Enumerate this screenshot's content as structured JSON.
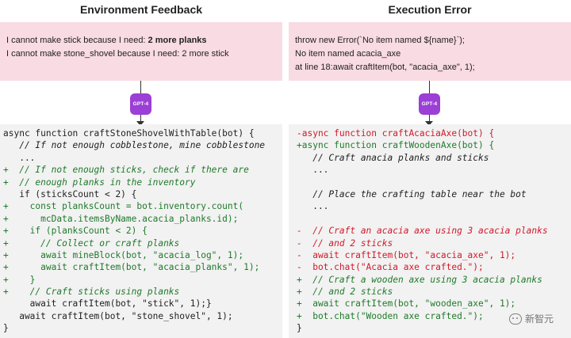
{
  "left": {
    "title": "Environment Feedback",
    "feedback": [
      {
        "text": "I cannot make stick because I need: ",
        "bold": "2 more planks"
      },
      {
        "text": "I cannot make stone_shovel because I need:  2 more stick",
        "bold": ""
      }
    ],
    "model_label": "GPT-4",
    "code": [
      {
        "t": "normal",
        "s": "async function craftStoneShovelWithTable(bot) {"
      },
      {
        "t": "comment",
        "s": "   // If not enough cobblestone, mine cobblestone"
      },
      {
        "t": "normal",
        "s": "   ..."
      },
      {
        "t": "added comment",
        "s": "+  // If not enough sticks, check if there are"
      },
      {
        "t": "added comment",
        "s": "+  // enough planks in the inventory"
      },
      {
        "t": "normal",
        "s": "   if (sticksCount < 2) {"
      },
      {
        "t": "added",
        "s": "+    const planksCount = bot.inventory.count("
      },
      {
        "t": "added",
        "s": "+      mcData.itemsByName.acacia_planks.id);"
      },
      {
        "t": "added",
        "s": "+    if (planksCount < 2) {"
      },
      {
        "t": "added comment",
        "s": "+      // Collect or craft planks"
      },
      {
        "t": "added",
        "s": "+      await mineBlock(bot, \"acacia_log\", 1);"
      },
      {
        "t": "added",
        "s": "+      await craftItem(bot, \"acacia_planks\", 1);"
      },
      {
        "t": "added",
        "s": "+    }"
      },
      {
        "t": "added comment",
        "s": "+    // Craft sticks using planks"
      },
      {
        "t": "normal",
        "s": "     await craftItem(bot, \"stick\", 1);}"
      },
      {
        "t": "normal",
        "s": "   await craftItem(bot, \"stone_shovel\", 1);"
      },
      {
        "t": "normal",
        "s": "}"
      }
    ]
  },
  "right": {
    "title": "Execution Error",
    "feedback": [
      {
        "text": "throw new Error(`No item named ${name}`);",
        "bold": ""
      },
      {
        "text": "No item named acacia_axe",
        "bold": ""
      },
      {
        "text": "at line 18:await craftItem(bot, \"acacia_axe\", 1);",
        "bold": ""
      }
    ],
    "model_label": "GPT-4",
    "code": [
      {
        "t": "removed",
        "s": "-async function craftAcaciaAxe(bot) {"
      },
      {
        "t": "added",
        "s": "+async function craftWoodenAxe(bot) {"
      },
      {
        "t": "comment",
        "s": "   // Craft anacia planks and sticks"
      },
      {
        "t": "normal",
        "s": "   ..."
      },
      {
        "t": "normal",
        "s": ""
      },
      {
        "t": "comment",
        "s": "   // Place the crafting table near the bot"
      },
      {
        "t": "normal",
        "s": "   ..."
      },
      {
        "t": "normal",
        "s": ""
      },
      {
        "t": "removed comment",
        "s": "-  // Craft an acacia axe using 3 acacia planks"
      },
      {
        "t": "removed comment",
        "s": "-  // and 2 sticks"
      },
      {
        "t": "removed",
        "s": "-  await craftItem(bot, \"acacia_axe\", 1);"
      },
      {
        "t": "removed",
        "s": "-  bot.chat(\"Acacia axe crafted.\");"
      },
      {
        "t": "added comment",
        "s": "+  // Craft a wooden axe using 3 acacia planks"
      },
      {
        "t": "added comment",
        "s": "+  // and 2 sticks"
      },
      {
        "t": "added",
        "s": "+  await craftItem(bot, \"wooden_axe\", 1);"
      },
      {
        "t": "added",
        "s": "+  bot.chat(\"Wooden axe crafted.\");"
      },
      {
        "t": "normal",
        "s": "}"
      }
    ]
  },
  "watermark": {
    "text": "新智元",
    "icon": "wechat-icon"
  }
}
